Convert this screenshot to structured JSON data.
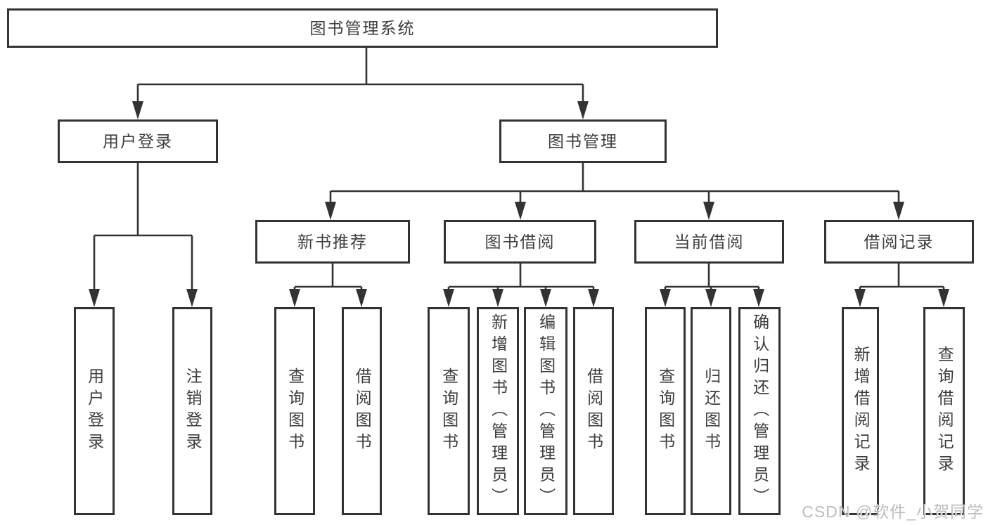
{
  "diagram": {
    "root": {
      "id": "library-management-system",
      "label": "图书管理系统"
    },
    "level2": [
      {
        "id": "user-login",
        "label": "用户登录",
        "parent": "library-management-system"
      },
      {
        "id": "book-management",
        "label": "图书管理",
        "parent": "library-management-system"
      }
    ],
    "level3": [
      {
        "id": "new-book-recommend",
        "label": "新书推荐",
        "parent": "book-management"
      },
      {
        "id": "book-borrowing",
        "label": "图书借阅",
        "parent": "book-management"
      },
      {
        "id": "current-borrowing",
        "label": "当前借阅",
        "parent": "book-management"
      },
      {
        "id": "borrowing-records",
        "label": "借阅记录",
        "parent": "book-management"
      }
    ],
    "leaves": [
      {
        "label": "用户登录",
        "parent": "user-login"
      },
      {
        "label": "注销登录",
        "parent": "user-login"
      },
      {
        "label": "查询图书",
        "parent": "new-book-recommend"
      },
      {
        "label": "借阅图书",
        "parent": "new-book-recommend"
      },
      {
        "label": "查询图书",
        "parent": "book-borrowing"
      },
      {
        "label": "新增图书（管理员）",
        "parent": "book-borrowing"
      },
      {
        "label": "编辑图书（管理员）",
        "parent": "book-borrowing"
      },
      {
        "label": "借阅图书",
        "parent": "book-borrowing"
      },
      {
        "label": "查询图书",
        "parent": "current-borrowing"
      },
      {
        "label": "归还图书",
        "parent": "current-borrowing"
      },
      {
        "label": "确认归还（管理员）",
        "parent": "current-borrowing"
      },
      {
        "label": "新增借阅记录",
        "parent": "borrowing-records"
      },
      {
        "label": "查询借阅记录",
        "parent": "borrowing-records"
      }
    ],
    "watermark": "CSDN @软件_小贺同学",
    "colors": {
      "line": "#333333",
      "text": "#3d3d3d",
      "box_background": "#ffffff",
      "watermark": "#bcbcbc",
      "background": "#ffffff"
    }
  }
}
